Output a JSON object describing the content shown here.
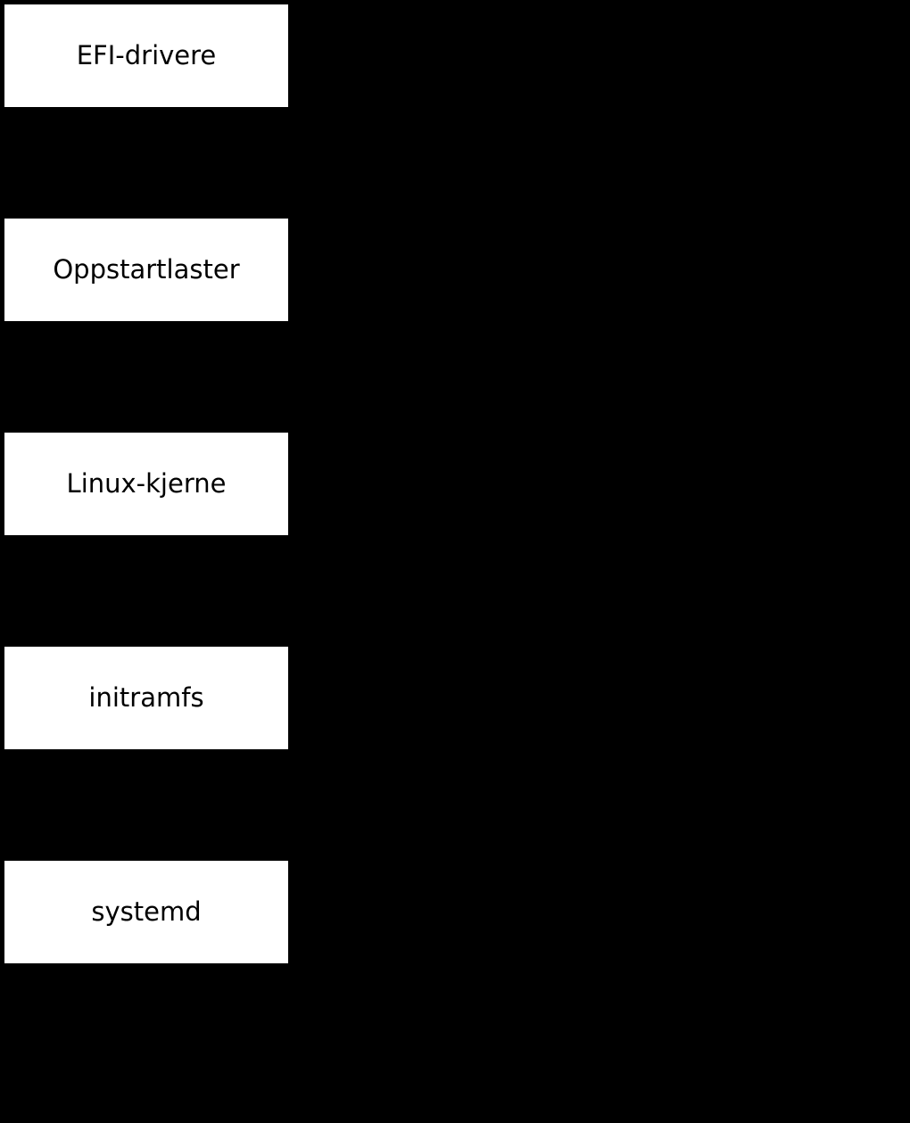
{
  "diagram": {
    "background_color": "#000000",
    "node_fill_color": "#ffffff",
    "node_text_color": "#000000",
    "nodes": [
      {
        "label": "EFI-drivere"
      },
      {
        "label": "Oppstartlaster"
      },
      {
        "label": "Linux-kjerne"
      },
      {
        "label": "initramfs"
      },
      {
        "label": "systemd"
      }
    ]
  }
}
